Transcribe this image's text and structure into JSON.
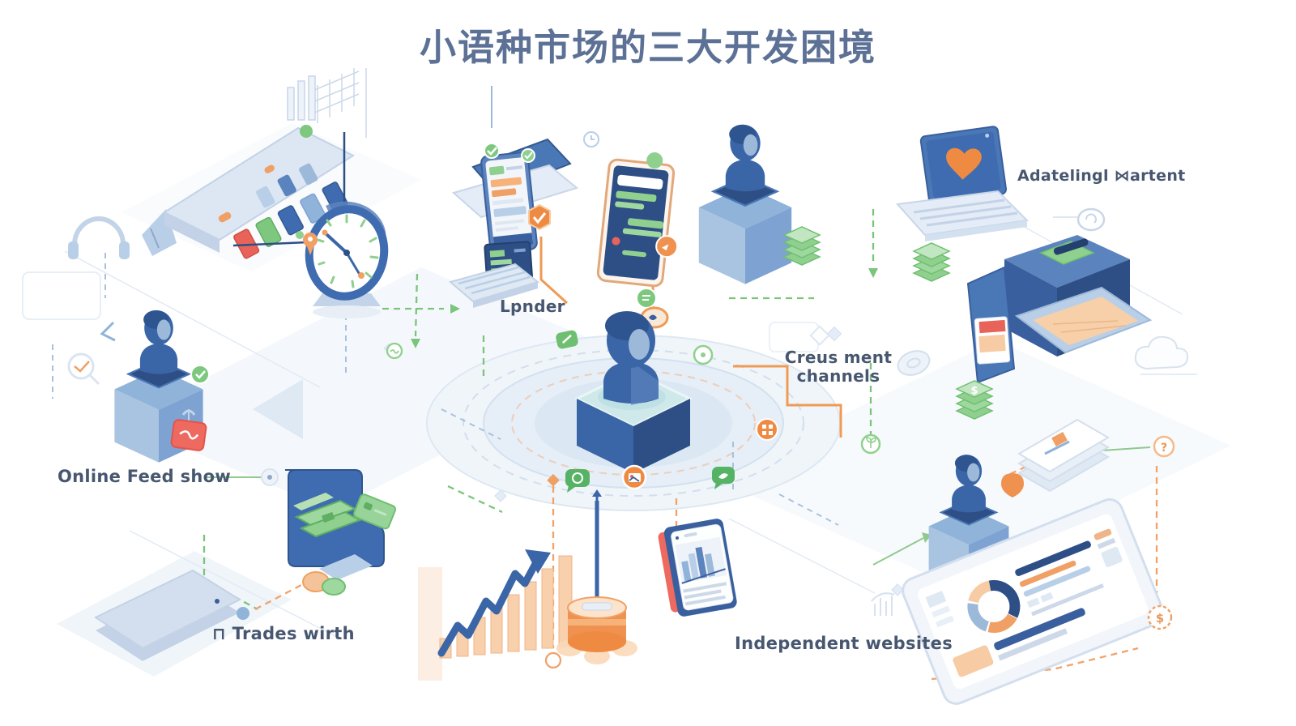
{
  "title": "小语种市场的三大开发困境",
  "labels": {
    "ai_content": "Adatelingl ⋈artent",
    "lender": "Lpnder",
    "payment_channels_line1": "Creus ment",
    "payment_channels_line2": "channels",
    "online_feed": "Online Feed show",
    "trades_prefix": "⊓",
    "trades": "Trades wirth",
    "independent_websites": "Independent websites"
  },
  "icons": {
    "dollar": "$",
    "question": "?"
  },
  "colors": {
    "title": "#5c7195",
    "label": "#475770",
    "blue": "#3f6cb0",
    "navy": "#2e4f86",
    "light_blue": "#b9cfe8",
    "green": "#7dc87e",
    "orange": "#f0924f",
    "peach": "#f7cba3",
    "coral": "#ee6a60",
    "background": "#ffffff"
  }
}
